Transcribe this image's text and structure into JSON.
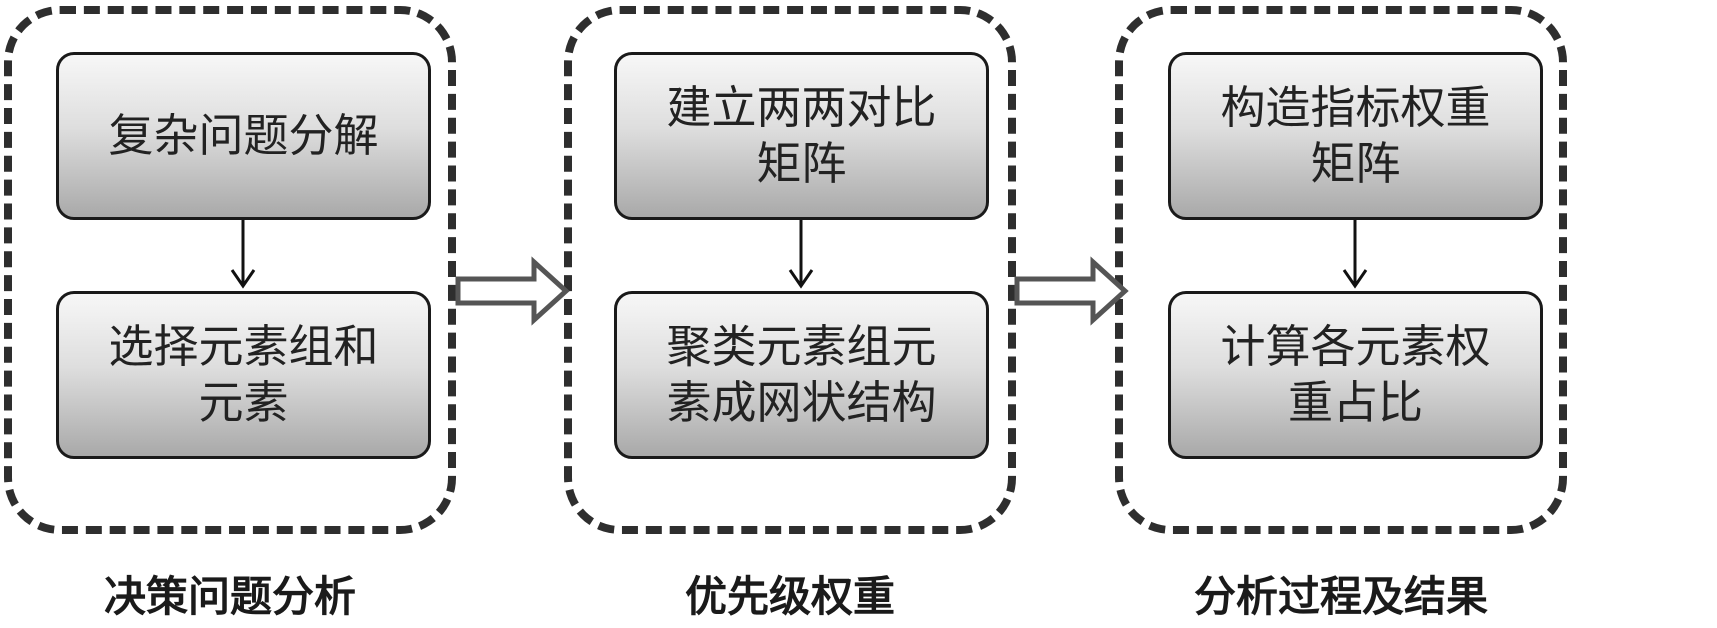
{
  "stages": [
    {
      "label": "决策问题分析",
      "top_box": "复杂问题分解",
      "bottom_box": "选择元素组和\n元素"
    },
    {
      "label": "优先级权重",
      "top_box": "建立两两对比\n矩阵",
      "bottom_box": "聚类元素组元\n素成网状结构"
    },
    {
      "label": "分析过程及结果",
      "top_box": "构造指标权重\n矩阵",
      "bottom_box": "计算各元素权\n重占比"
    }
  ]
}
